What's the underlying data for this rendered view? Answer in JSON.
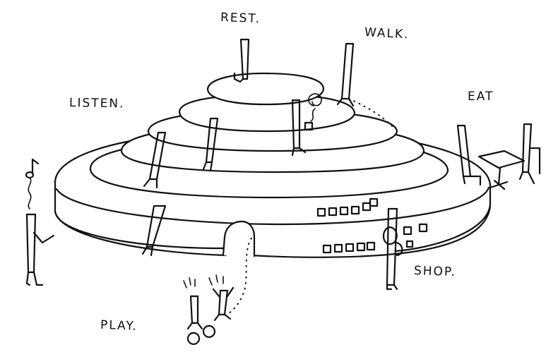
{
  "labels": {
    "rest": "REST.",
    "walk": "WALK.",
    "listen": "LISTEN.",
    "eat": "EAT",
    "shop": "SHOP.",
    "play": "PLAY."
  },
  "icons": [
    "music-note-icon"
  ],
  "colors": {
    "ink": "#111111",
    "paper": "#ffffff"
  }
}
